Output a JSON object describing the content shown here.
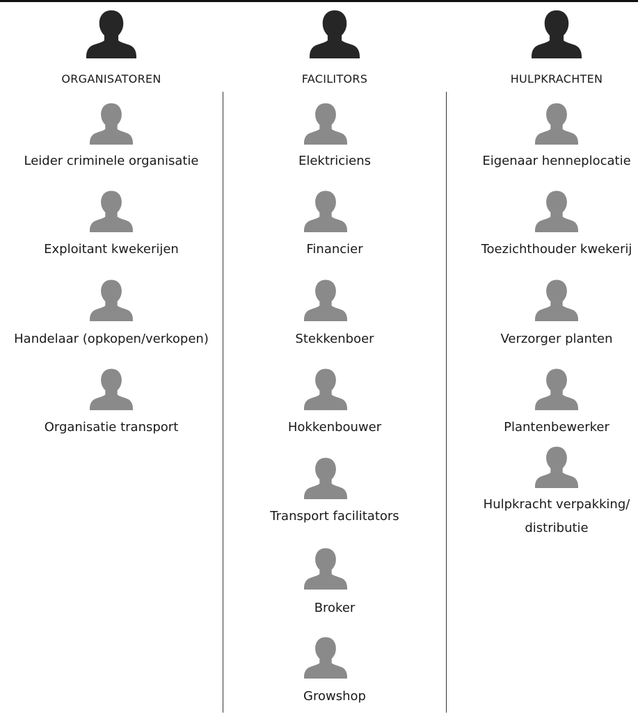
{
  "colors": {
    "head_icon": "#262626",
    "item_icon": "#8a8a8a",
    "divider": "#333333",
    "text": "#1a1a1a"
  },
  "columns": [
    {
      "heading": "ORGANISATOREN",
      "head_icon": "person-icon",
      "roles": [
        {
          "label": "Leider criminele organisatie",
          "icon": "person-icon"
        },
        {
          "label": "Exploitant kwekerijen",
          "icon": "person-icon"
        },
        {
          "label": "Handelaar (opkopen/verkopen)",
          "icon": "person-icon"
        },
        {
          "label": "Organisatie transport",
          "icon": "person-icon"
        }
      ]
    },
    {
      "heading": "FACILITORS",
      "head_icon": "person-icon",
      "roles": [
        {
          "label": "Elektriciens",
          "icon": "person-icon"
        },
        {
          "label": "Financier",
          "icon": "person-icon"
        },
        {
          "label": "Stekkenboer",
          "icon": "person-icon"
        },
        {
          "label": "Hokkenbouwer",
          "icon": "person-icon"
        },
        {
          "label": "Transport facilitators",
          "icon": "person-icon"
        },
        {
          "label": "Broker",
          "icon": "person-icon"
        },
        {
          "label": "Growshop",
          "icon": "person-icon"
        }
      ]
    },
    {
      "heading": "HULPKRACHTEN",
      "head_icon": "person-icon",
      "roles": [
        {
          "label": "Eigenaar henneplocatie",
          "icon": "person-icon"
        },
        {
          "label": "Toezichthouder kwekerij",
          "icon": "person-icon"
        },
        {
          "label": "Verzorger planten",
          "icon": "person-icon"
        },
        {
          "label": "Plantenbewerker",
          "icon": "person-icon"
        },
        {
          "label": "Hulpkracht verpakking/",
          "label_line2": "distributie",
          "icon": "person-icon"
        }
      ]
    }
  ]
}
